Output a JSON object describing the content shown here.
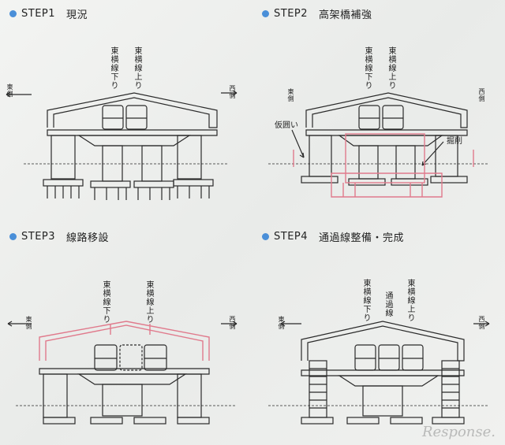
{
  "panels": [
    {
      "step": "STEP1",
      "title": "現況",
      "tracks": [
        "東横線下り",
        "東横線上り"
      ],
      "dir_left": "東側",
      "dir_right": "西側"
    },
    {
      "step": "STEP2",
      "title": "高架橋補強",
      "tracks": [
        "東横線下り",
        "東横線上り"
      ],
      "dir_left": "東側",
      "dir_right": "西側",
      "callout_left": "仮囲い",
      "callout_right": "掘削"
    },
    {
      "step": "STEP3",
      "title": "線路移設",
      "tracks": [
        "東横線下り",
        "東横線上り"
      ],
      "dir_left": "東側",
      "dir_right": "西側"
    },
    {
      "step": "STEP4",
      "title": "通過線整備・完成",
      "tracks": [
        "東横線下り",
        "通過線",
        "東横線上り"
      ],
      "dir_left": "東側",
      "dir_right": "西側"
    }
  ],
  "watermark": "Response.",
  "colors": {
    "line": "#2a2a2a",
    "highlight": "#e07a8c",
    "dot": "#4a8fd8"
  }
}
